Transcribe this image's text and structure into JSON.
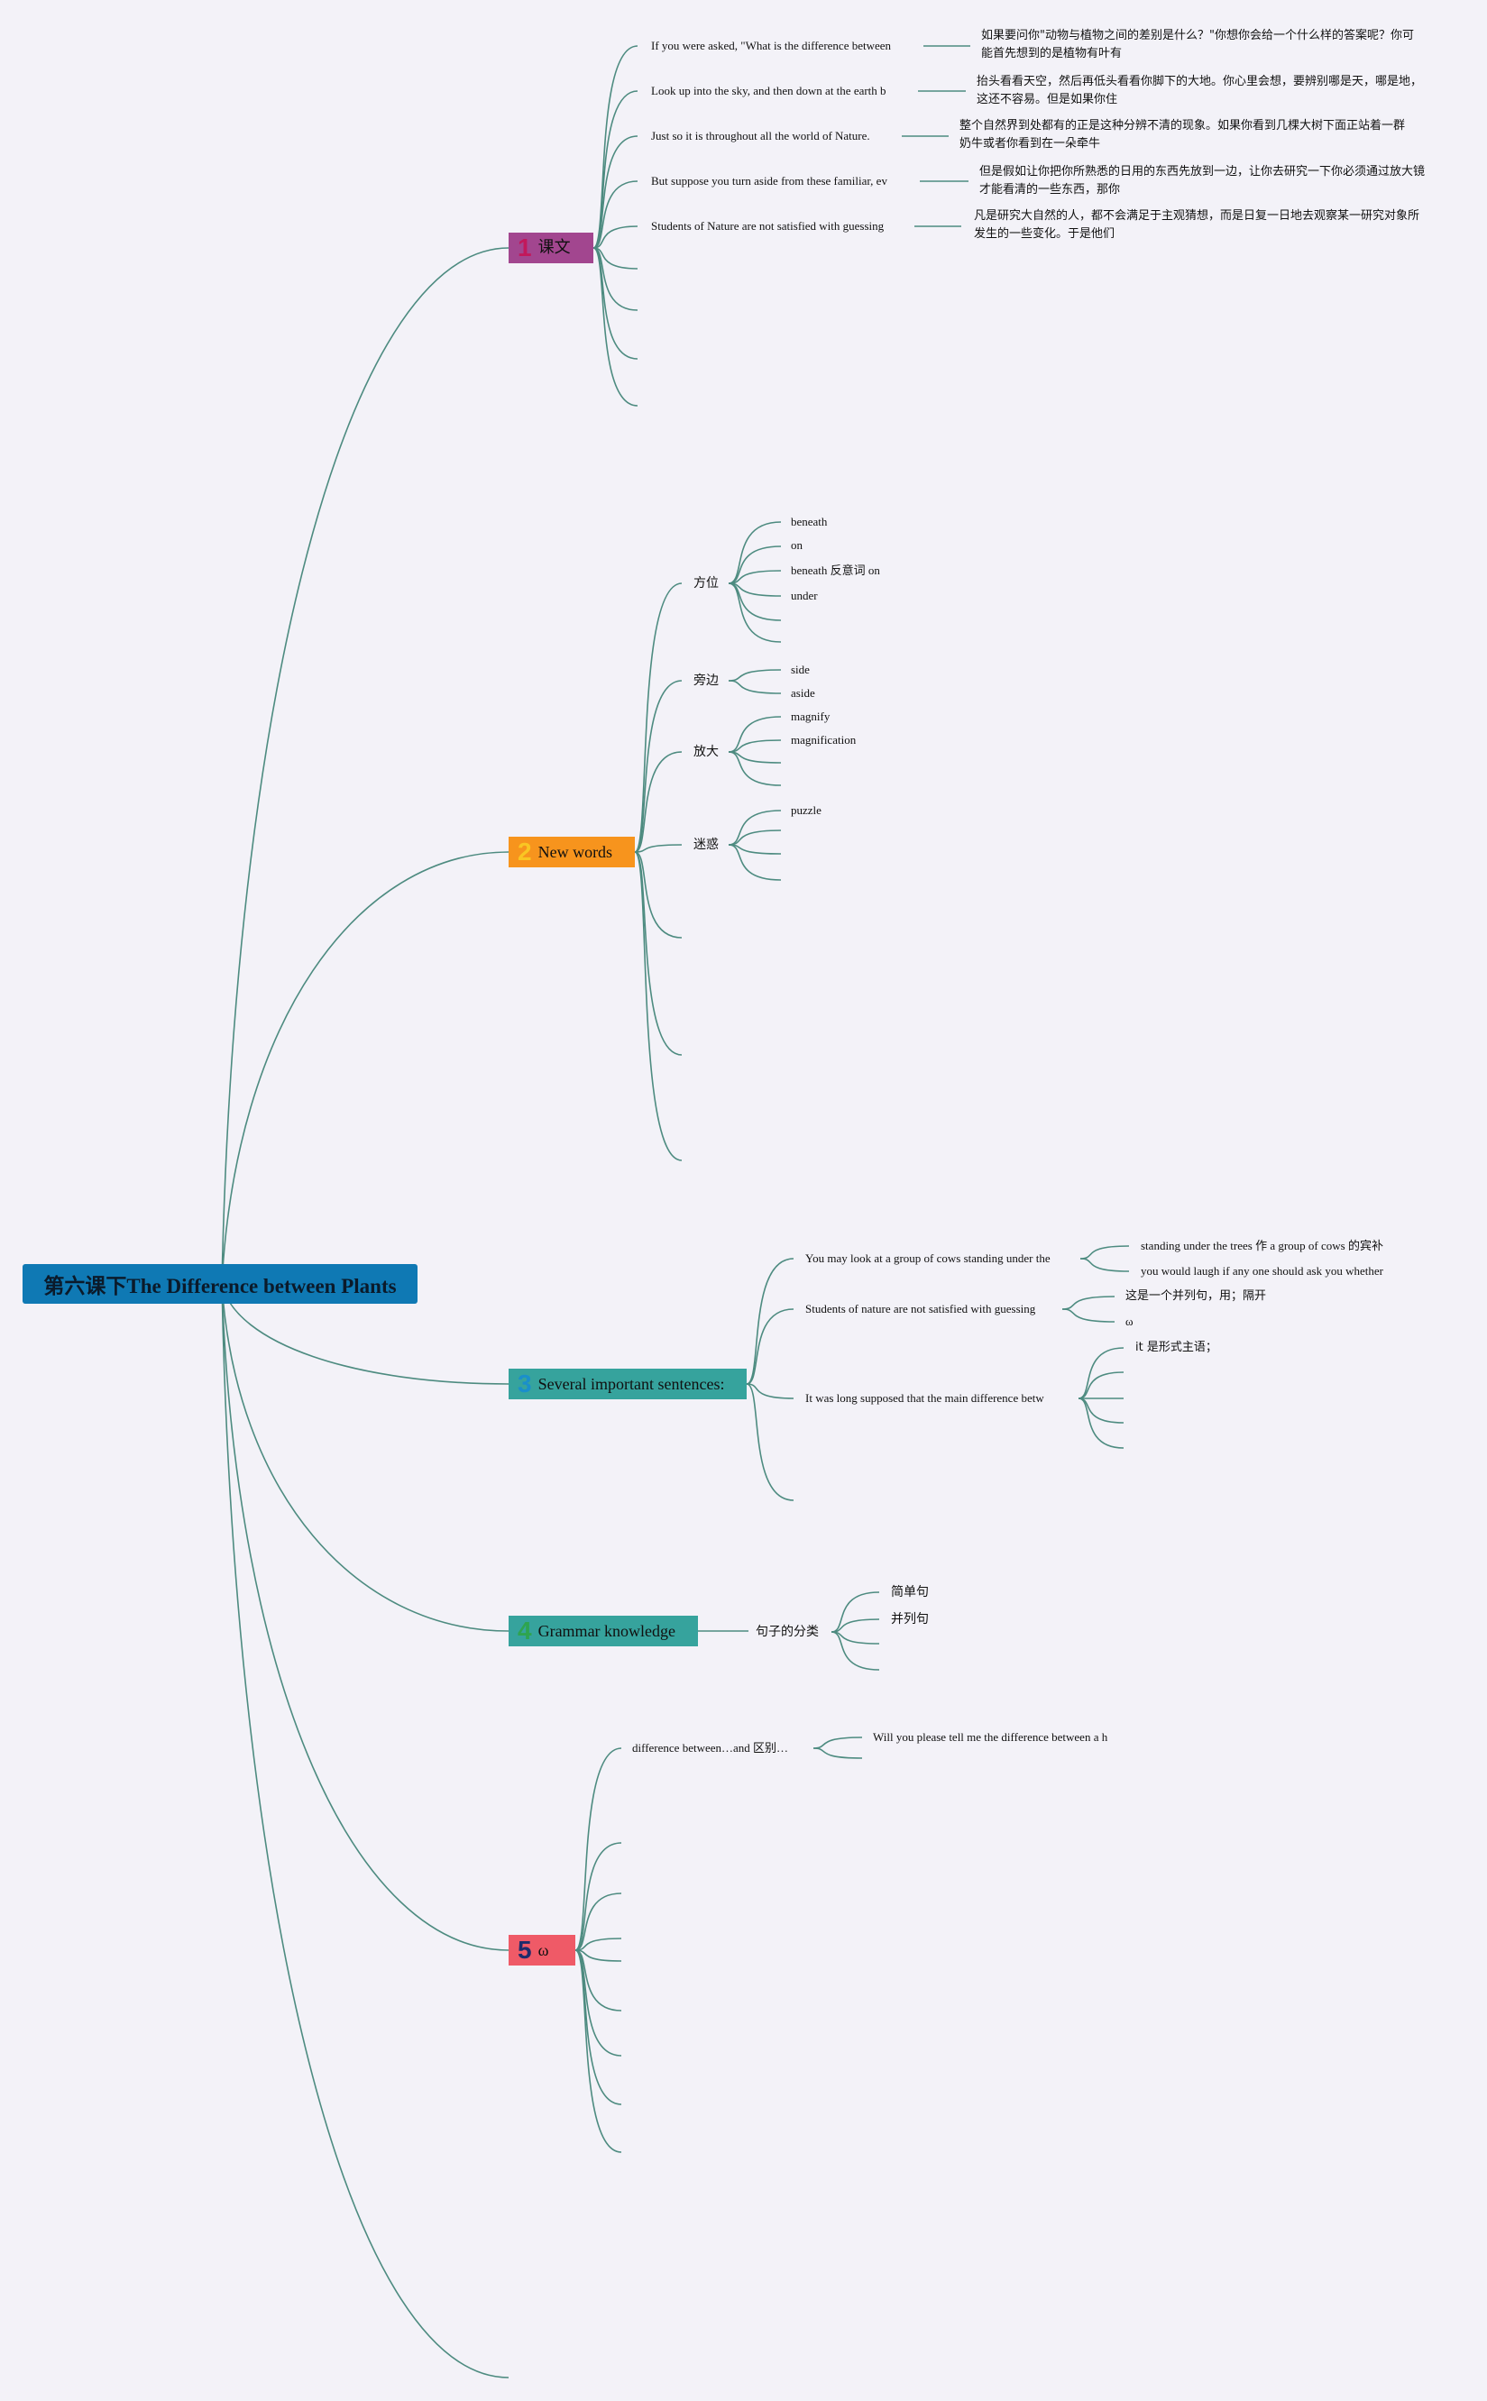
{
  "root": {
    "title": "第六课下The Difference between Plants"
  },
  "branches": [
    {
      "num": "1",
      "label": "课文",
      "bg": "#a2468f",
      "numColor": "#c2185b",
      "children": [
        {
          "en": "If you were asked, \"What is the difference between",
          "zh": "如果要问你\"动物与植物之间的差别是什么？\"你想你会给一个什么样的答案呢？你可能首先想到的是植物有叶有"
        },
        {
          "en": "Look up into the sky, and then down at the earth b",
          "zh": "抬头看看天空，然后再低头看看你脚下的大地。你心里会想，要辨别哪是天，哪是地，这还不容易。但是如果你住"
        },
        {
          "en": "Just so it is throughout all the world of Nature.",
          "zh": "整个自然界到处都有的正是这种分辨不清的现象。如果你看到几棵大树下面正站着一群奶牛或者你看到在一朵牵牛"
        },
        {
          "en": "But suppose you turn aside from these familiar, ev",
          "zh": "但是假如让你把你所熟悉的日用的东西先放到一边，让你去研究一下你必须通过放大镜才能看清的一些东西，那你"
        },
        {
          "en": "Students of Nature are not satisfied with guessing",
          "zh": "凡是研究大自然的人，都不会满足于主观猜想，而是日复一日地去观察某一研究对象所发生的一些变化。于是他们"
        }
      ]
    },
    {
      "num": "2",
      "label": "New words",
      "bg": "#f7941d",
      "numColor": "#f9c623",
      "groups": [
        {
          "label": "方位",
          "items": [
            "beneath",
            "on",
            "beneath 反意词 on",
            "under"
          ]
        },
        {
          "label": "旁边",
          "items": [
            "side",
            "aside"
          ]
        },
        {
          "label": "放大",
          "items": [
            "magnify",
            "magnification"
          ]
        },
        {
          "label": "迷惑",
          "items": [
            "puzzle"
          ]
        }
      ]
    },
    {
      "num": "3",
      "label": "Several important sentences:",
      "bg": "#36a39d",
      "numColor": "#1a8fcb",
      "sentences": [
        {
          "text": "You may look at a group of cows standing under the",
          "notes": [
            "standing under the trees 作 a group of cows 的宾补",
            "you would laugh if any one should ask you whether"
          ]
        },
        {
          "text": "Students of nature are not satisfied with guessing",
          "notes": [
            "这是一个并列句，用；隔开",
            "ω"
          ]
        },
        {
          "text": "It was long supposed that the main difference betw",
          "notes": [
            "it 是形式主语；"
          ]
        }
      ]
    },
    {
      "num": "4",
      "label": "Grammar knowledge",
      "bg": "#36a39d",
      "numColor": "#2ea44f",
      "sub": {
        "label": "句子的分类",
        "items": [
          "简单句",
          "并列句"
        ]
      }
    },
    {
      "num": "5",
      "label": "ω",
      "bg": "#ef5a67",
      "numColor": "#1d2b6b",
      "sub": {
        "label": "difference between…and 区别…",
        "items": [
          "Will you please tell me the difference between a h"
        ]
      }
    }
  ],
  "colors": {
    "link": "#4d8b80",
    "background": "#f3f2f8"
  }
}
